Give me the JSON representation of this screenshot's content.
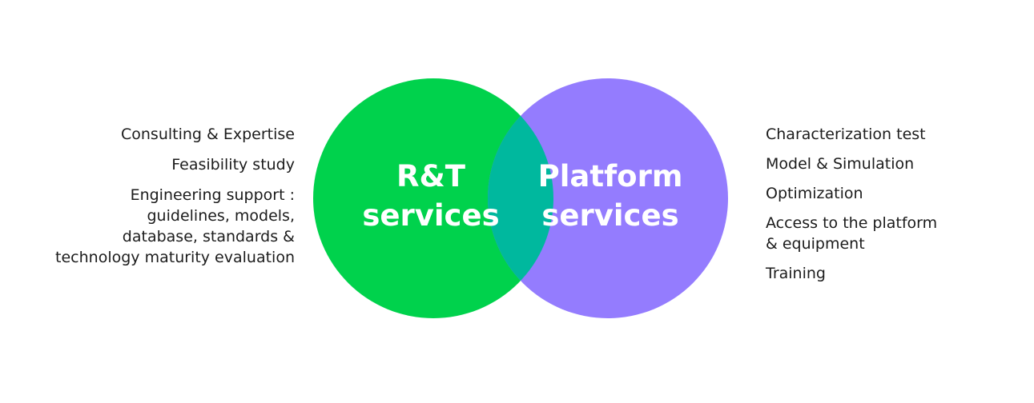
{
  "colors": {
    "rt_circle": "#00d24c",
    "platform_circle": "#947cfe",
    "overlap": "#00b89e"
  },
  "rt": {
    "title_line1": "R&T",
    "title_line2": "services",
    "items": [
      "Consulting & Expertise",
      "Feasibility study",
      "Engineering support :",
      "guidelines, models,",
      "database, standards &",
      "technology maturity evaluation"
    ]
  },
  "platform": {
    "title_line1": "Platform",
    "title_line2": "services",
    "items": [
      "Characterization test",
      "Model & Simulation",
      "Optimization",
      "Access to the platform",
      "& equipment",
      "Training"
    ]
  }
}
